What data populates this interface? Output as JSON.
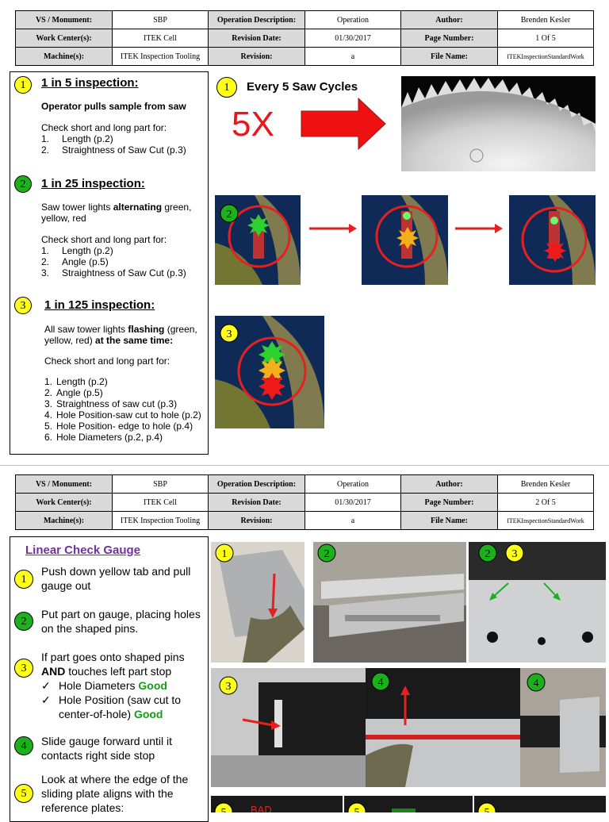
{
  "page1": {
    "header": {
      "vs_label": "VS / Monument:",
      "vs_value": "SBP",
      "op_label": "Operation Description:",
      "op_value": "Operation",
      "author_label": "Author:",
      "author_value": "Brenden Kesler",
      "wc_label": "Work Center(s):",
      "wc_value": "ITEK Cell",
      "rev_date_label": "Revision Date:",
      "rev_date_value": "01/30/2017",
      "page_label": "Page Number:",
      "page_value": "1  Of  5",
      "machine_label": "Machine(s):",
      "machine_value": "ITEK Inspection Tooling",
      "rev_label": "Revision:",
      "rev_value": "a",
      "file_label": "File Name:",
      "file_value": "ITEKInspectionStandardWork"
    },
    "s1": {
      "num": "1",
      "heading": "1 in 5 inspection:",
      "bold": "Operator pulls sample from saw",
      "intro": "Check short and long part for:",
      "items": [
        {
          "n": "1.",
          "t": "Length (p.2)"
        },
        {
          "n": "2.",
          "t": "Straightness of Saw Cut (p.3)"
        }
      ]
    },
    "s2": {
      "num": "2",
      "heading": "1 in 25 inspection:",
      "desc_a": "Saw tower lights ",
      "desc_b": "alternating",
      "desc_c": " green, yellow, red",
      "intro": "Check short and long part for:",
      "items": [
        {
          "n": "1.",
          "t": "Length (p.2)"
        },
        {
          "n": "2.",
          "t": "Angle (p.5)"
        },
        {
          "n": "3.",
          "t": "Straightness of Saw Cut (p.3)"
        }
      ]
    },
    "s3": {
      "num": "3",
      "heading": "1 in 125 inspection:",
      "desc_a": "All saw tower lights ",
      "desc_b": "flashing",
      "desc_c": " (green, yellow, red) ",
      "desc_d": "at the same time:",
      "intro": "Check short and long part for:",
      "items": [
        {
          "n": "1.",
          "t": "Length (p.2)"
        },
        {
          "n": "2.",
          "t": "Angle (p.5)"
        },
        {
          "n": "3.",
          "t": "Straightness of saw cut (p.3)"
        },
        {
          "n": "4.",
          "t": "Hole Position-saw cut to hole (p.2)"
        },
        {
          "n": "5.",
          "t": "Hole Position- edge to hole (p.4)"
        },
        {
          "n": "6.",
          "t": "Hole Diameters (p.2, p.4)"
        }
      ]
    },
    "right": {
      "num1": "1",
      "every": "Every 5 Saw Cycles",
      "five_x": "5X",
      "num2": "2",
      "num3": "3"
    }
  },
  "page2": {
    "header": {
      "vs_label": "VS / Monument:",
      "vs_value": "SBP",
      "op_label": "Operation Description:",
      "op_value": "Operation",
      "author_label": "Author:",
      "author_value": "Brenden Kesler",
      "wc_label": "Work Center(s):",
      "wc_value": "ITEK Cell",
      "rev_date_label": "Revision Date:",
      "rev_date_value": "01/30/2017",
      "page_label": "Page Number:",
      "page_value": "2  Of  5",
      "machine_label": "Machine(s):",
      "machine_value": "ITEK Inspection Tooling",
      "rev_label": "Revision:",
      "rev_value": "a",
      "file_label": "File Name:",
      "file_value": "ITEKInspectionStandardWork"
    },
    "title": "Linear Check Gauge",
    "steps": [
      {
        "num": "1",
        "text": "Push down yellow tab and pull gauge out"
      },
      {
        "num": "2",
        "text": "Put part on gauge, placing holes on the shaped pins."
      },
      {
        "num": "3",
        "text_a": "If part goes onto shaped pins ",
        "text_b": "AND",
        "text_c": " touches left part stop",
        "check1_a": "Hole Diameters ",
        "check1_b": "Good",
        "check2_a": "Hole Position (saw cut to center-of-hole) ",
        "check2_b": "Good"
      },
      {
        "num": "4",
        "text": "Slide gauge forward until it contacts right side stop"
      },
      {
        "num": "5",
        "text": "Look at where the edge of the sliding plate aligns with the reference plates:"
      }
    ],
    "check_mark": "✓",
    "photo_nums": [
      "1",
      "2",
      "2",
      "3",
      "3",
      "4",
      "4",
      "5",
      "5",
      "5"
    ],
    "bad_label": "BAD"
  }
}
